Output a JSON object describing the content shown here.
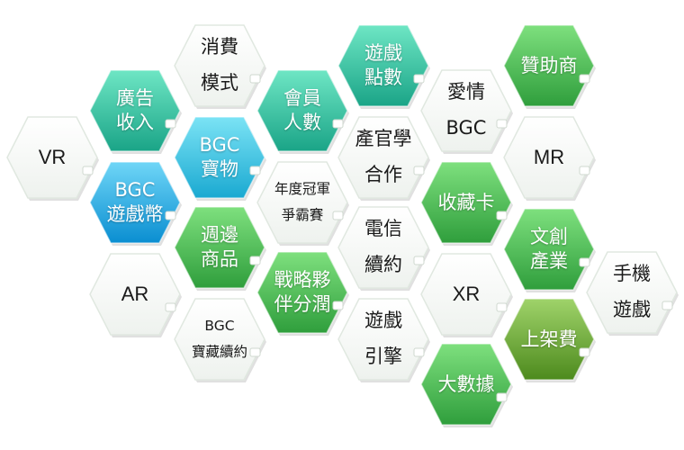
{
  "colors": {
    "white": [
      "#ffffff",
      "#eef2ee"
    ],
    "green": [
      "#7ee07e",
      "#2f9e3c"
    ],
    "teal": [
      "#6ee6c4",
      "#1aa487"
    ],
    "cyan": [
      "#7be3f5",
      "#1aa9d1"
    ],
    "blue": [
      "#6fd6f7",
      "#0a8ed1"
    ],
    "olive": [
      "#9fd36a",
      "#4d8a1d"
    ],
    "border": "#e0e8e0"
  },
  "hexagons": [
    {
      "id": "vr",
      "lines": [
        "VR"
      ],
      "style": "white",
      "icon": "lock-icon"
    },
    {
      "id": "ar",
      "lines": [
        "AR"
      ],
      "style": "white",
      "icon": "lock-icon"
    },
    {
      "id": "ad-income",
      "lines": [
        "廣告",
        "收入"
      ],
      "style": "teal",
      "icon": "lock-icon"
    },
    {
      "id": "bgc-game-coin",
      "lines": [
        "BGC",
        "遊戲幣"
      ],
      "style": "blue",
      "icon": "lock-icon"
    },
    {
      "id": "consume-mode",
      "lines": [
        "消費",
        "模式"
      ],
      "style": "white",
      "icon": "lock-icon"
    },
    {
      "id": "bgc-treasure",
      "lines": [
        "BGC",
        "寶物"
      ],
      "style": "cyan",
      "icon": "lock-icon"
    },
    {
      "id": "merch",
      "lines": [
        "週邊",
        "商品"
      ],
      "style": "green",
      "icon": "lock-icon"
    },
    {
      "id": "bgc-treasure-contract",
      "lines": [
        "BGC",
        "寶藏續約"
      ],
      "style": "white",
      "icon": "lock-icon"
    },
    {
      "id": "member-count",
      "lines": [
        "會員",
        "人數"
      ],
      "style": "teal",
      "icon": "lock-icon"
    },
    {
      "id": "championship",
      "lines": [
        "年度冠軍",
        "爭霸賽"
      ],
      "style": "white",
      "icon": "lock-icon"
    },
    {
      "id": "partner-profit",
      "lines": [
        "戰略夥",
        "伴分潤"
      ],
      "style": "green",
      "icon": "lock-icon"
    },
    {
      "id": "game-points",
      "lines": [
        "遊戲",
        "點數"
      ],
      "style": "teal",
      "icon": "lock-icon"
    },
    {
      "id": "industry-academia",
      "lines": [
        "產官學",
        "合作"
      ],
      "style": "white",
      "icon": "lock-icon"
    },
    {
      "id": "telecom-contract",
      "lines": [
        "電信",
        "續約"
      ],
      "style": "white",
      "icon": "lock-icon"
    },
    {
      "id": "game-engine",
      "lines": [
        "遊戲",
        "引擎"
      ],
      "style": "white",
      "icon": "lock-icon"
    },
    {
      "id": "love-bgc",
      "lines": [
        "愛情",
        "BGC"
      ],
      "style": "white",
      "icon": "lock-icon"
    },
    {
      "id": "collect-card",
      "lines": [
        "收藏卡"
      ],
      "style": "green",
      "icon": "lock-icon"
    },
    {
      "id": "xr",
      "lines": [
        "XR"
      ],
      "style": "white",
      "icon": "lock-icon"
    },
    {
      "id": "big-data",
      "lines": [
        "大數據"
      ],
      "style": "green",
      "icon": "lock-icon"
    },
    {
      "id": "sponsor",
      "lines": [
        "贊助商"
      ],
      "style": "green",
      "icon": "lock-icon"
    },
    {
      "id": "mr",
      "lines": [
        "MR"
      ],
      "style": "white",
      "icon": "lock-icon"
    },
    {
      "id": "cultural-industry",
      "lines": [
        "文創",
        "產業"
      ],
      "style": "green",
      "icon": "lock-icon"
    },
    {
      "id": "listing-fee",
      "lines": [
        "上架費"
      ],
      "style": "olive",
      "icon": "lock-icon"
    },
    {
      "id": "mobile-game",
      "lines": [
        "手機",
        "遊戲"
      ],
      "style": "white",
      "icon": "lock-icon"
    }
  ]
}
